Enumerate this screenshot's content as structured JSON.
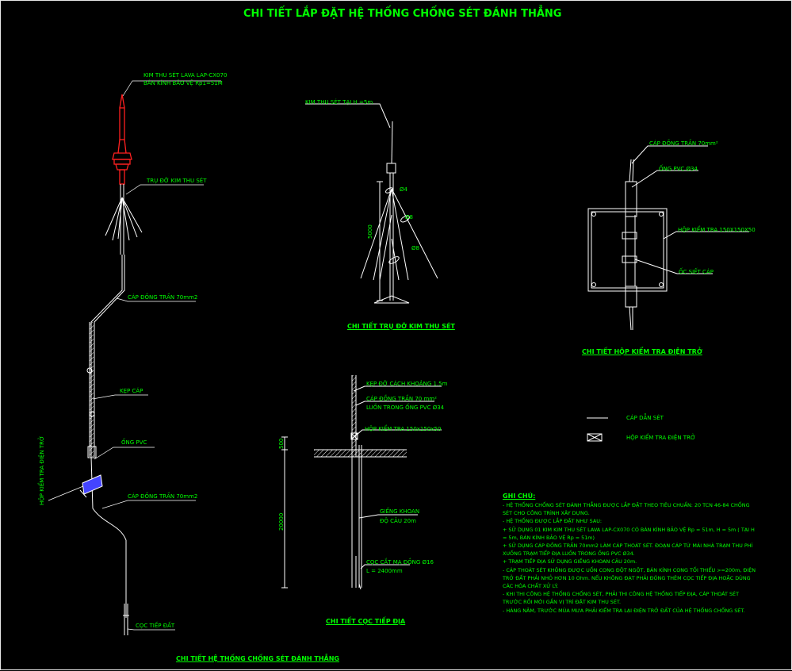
{
  "title": "CHI TIẾT LẮP ĐẶT HỆ THỐNG CHỐNG SÉT ĐÁNH THẲNG",
  "colors": {
    "background": "#000000",
    "text": "#00ff00",
    "line": "#ffffff",
    "rod": "#ff0000",
    "box": "#4444ff"
  },
  "system": {
    "rod_label_1": "KIM THU SÉT LAVA LAP-CX070",
    "rod_label_2": "BÁN KÍNH BẢO VỆ Rp1=51M",
    "mast": "TRỤ ĐỠ KIM THU SÉT",
    "cable_top": "CÁP ĐỒNG TRẦN 70mm2",
    "clamp": "KẸP CÁP",
    "pvc": "ỐNG PVC",
    "test_box_vertical": "HỘP KIỂM TRA ĐIỆN TRỞ",
    "cable_bottom": "CÁP ĐỒNG TRẦN 70mm2",
    "ground_rod": "CỌC TIẾP ĐẤT",
    "caption": "CHI TIẾT HỆ THỐNG CHỐNG SÉT ĐÁNH THẲNG"
  },
  "mast_detail": {
    "rod": "KIM THU SÉT TẠI H =5m",
    "height": "5000",
    "d1": "Ø4",
    "d2": "Ø8",
    "d3": "Ø8",
    "caption": "CHI TIẾT TRỤ ĐỠ KIM THU SÉT"
  },
  "box_detail": {
    "cable": "CÁP ĐỒNG TRẦN 70mm²",
    "pvc": "ỐNG PVC Ø34",
    "box": "HỘP KIỂM TRA 150X150X50",
    "screw": "ỐC SIẾT CÁP",
    "caption": "CHI TIẾT HỘP KIỂM TRA ĐIỆN TRỞ"
  },
  "ground_detail": {
    "spacer": "KẸP ĐỠ CÁCH KHOẢNG 1.5m",
    "cable": "CÁP ĐỒNG TRẦN 70 mm²",
    "conduit": "LUỒN TRONG ỐNG PVC Ø34",
    "box": "HỘP KIỂM TRA 150x150x50",
    "well_1": "GIẾNG KHOAN",
    "well_2": "ĐỘ CÂU 20m",
    "rod_1": "CỌC CẮT MẠ ĐỒNG Ø16",
    "rod_2": "L = 2400mm",
    "dim_top": "500",
    "dim_main": "20000",
    "caption": "CHI TIẾT CỌC TIẾP ĐỊA"
  },
  "legend": {
    "line_label": "CÁP DẪN SÉT",
    "box_label": "HỘP KIỂM TRA ĐIỆN TRỞ"
  },
  "notes": {
    "heading": "GHI CHÚ:",
    "lines": [
      "- HỆ THỐNG CHỐNG SÉT ĐÁNH THẲNG ĐƯỢC LẮP ĐẶT THEO TIÊU CHUẨN: 20 TCN 46-84 CHỐNG",
      "SÉT CHO CÔNG TRÌNH XÂY DỰNG.",
      "- HỆ THỐNG ĐƯỢC LẮP ĐẶT NHƯ SAU:",
      " + SỬ DỤNG 01 KIM  KIM THU SÉT LAVA LAP-CX070 CÓ BÁN KÍNH BẢO VỆ Rp = 51m, H = 5m ( TẠI H",
      "= 5m, BÁN KÍNH BẢO VỆ Rp = 51m)",
      " + SỬ DỤNG CÁP ĐỒNG TRẦN 70mm2 LÀM CÁP THOÁT SÉT. ĐOẠN CÁP TỪ MÁI NHÀ TRẠM THU PHÍ",
      "XUỐNG TRẠM TIẾP ĐỊA LUỒN TRONG ỐNG PVC Ø34.",
      " + TRẠM TIẾP ĐỊA SỬ DỤNG GIẾNG KHOAN CÂU 20m.",
      "- CÁP THOÁT SÉT KHÔNG ĐƯỢC UỐN CONG ĐỘT NGỘT, BÁN KÍNH CONG TỐI THIỂU >=200m, ĐIỆN",
      "TRỞ ĐẤT PHẢI NHỎ HƠN 10 Ohm. NẾU KHÔNG ĐẠT PHẢI ĐÓNG THÊM CỌC TIẾP ĐỊA HOẶC DÙNG",
      "CÁC HÓA CHẤT XỬ LÝ.",
      "- KHI THI CÔNG HỆ THỐNG CHỐNG SÉT, PHẢI THI CÔNG HỆ THỐNG TIẾP ĐỊA, CÁP THOÁT SÉT",
      "TRƯỚC RỒI MỚI GẮN VỊ TRÍ ĐẶT KIM THU SÉT.",
      "- HÀNG NĂM, TRƯỚC MÙA MƯA PHẢI KIỂM TRA LẠI ĐIỆN TRỞ ĐẤT CỦA HỆ THỐNG CHỐNG SÉT."
    ]
  }
}
